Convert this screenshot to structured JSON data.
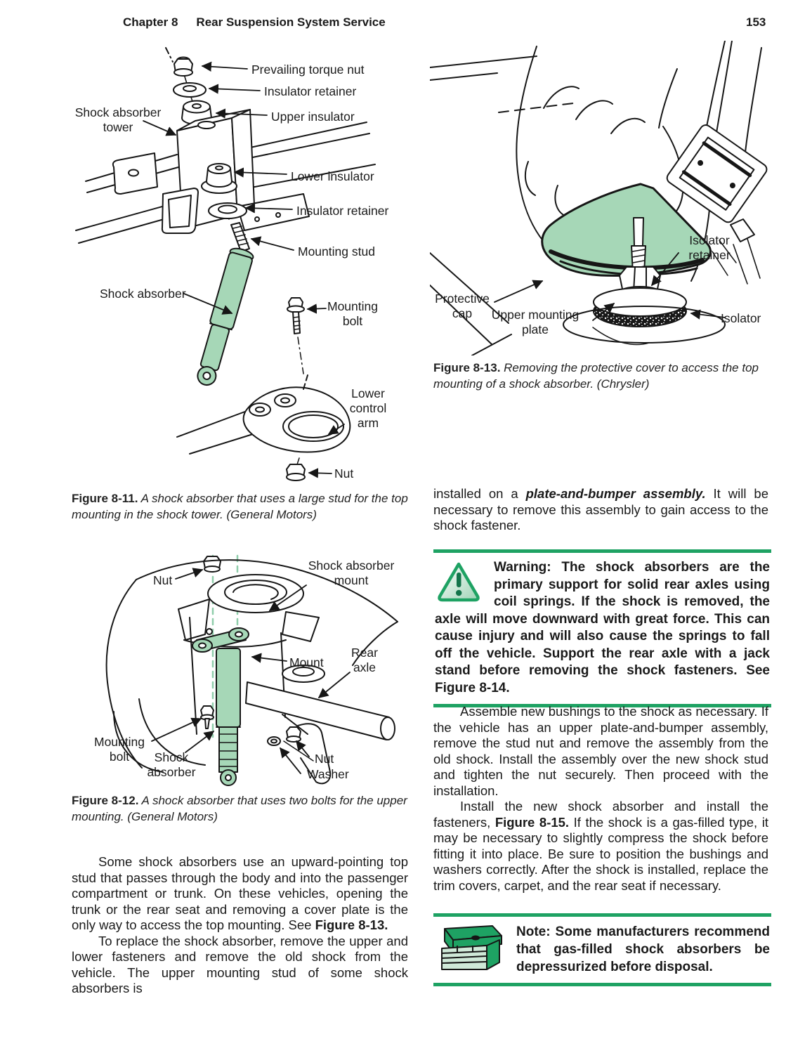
{
  "header": {
    "chapter": "Chapter 8",
    "title": "Rear Suspension System Service",
    "page_number": "153"
  },
  "figure_8_11": {
    "labels": {
      "prevailing_torque_nut": "Prevailing torque nut",
      "insulator_retainer_top": "Insulator retainer",
      "upper_insulator": "Upper insulator",
      "shock_absorber_tower": "Shock absorber tower",
      "lower_insulator": "Lower insulator",
      "insulator_retainer_bottom": "Insulator retainer",
      "mounting_stud": "Mounting stud",
      "shock_absorber": "Shock absorber",
      "mounting_bolt": "Mounting bolt",
      "lower_control_arm": "Lower control arm",
      "nut": "Nut"
    },
    "caption": {
      "label": "Figure 8-11.",
      "text": " A shock absorber that uses a large stud for the top mounting in the shock tower. (General Motors)"
    }
  },
  "figure_8_12": {
    "labels": {
      "nut_top": "Nut",
      "shock_absorber_mount": "Shock absorber mount",
      "mount": "Mount",
      "rear_axle": "Rear axle",
      "mounting_bolt": "Mounting bolt",
      "shock_absorber": "Shock absorber",
      "nut_bottom": "Nut",
      "washer": "Washer"
    },
    "caption": {
      "label": "Figure 8-12.",
      "text": " A shock absorber that uses two bolts for the upper mounting. (General Motors)"
    }
  },
  "figure_8_13": {
    "labels": {
      "isolator_retainer": "Isolator retainer",
      "protective_cap": "Protective cap",
      "upper_mounting_plate": "Upper mounting plate",
      "isolator": "Isolator"
    },
    "caption": {
      "label": "Figure 8-13.",
      "text": " Removing the protective cover to access the top mounting of a shock absorber. (Chrysler)"
    }
  },
  "left_column": {
    "para1": [
      "Some shock absorbers use an upward-pointing top stud that passes through the body and into the passenger compartment or trunk. On these vehicles, opening the trunk or the rear seat and removing a cover plate is the only way to access the top mounting. See ",
      "Figure 8-13."
    ],
    "para2": "To replace the shock absorber, remove the upper and lower fasteners and remove the old shock from the vehicle. The upper mounting stud of some shock absorbers is"
  },
  "right_column": {
    "para0": [
      "installed on a ",
      "plate-and-bumper assembly.",
      " It will be necessary to remove this assembly to gain access to the shock fastener."
    ],
    "warning": "Warning: The shock absorbers are the primary support for solid rear axles using coil springs. If the shock is removed, the axle will move downward with great force. This can cause injury and will also cause the springs to fall off the vehicle. Support the rear axle with a jack stand before removing the shock fasteners. See Figure 8-14.",
    "para1": "Assemble new bushings to the shock as necessary. If the vehicle has an upper plate-and-bumper assembly, remove the stud nut and remove the assembly from the old shock. Install the assembly over the new shock stud and tighten the nut securely. Then proceed with the installation.",
    "para2": [
      "Install the new shock absorber and install the fasteners, ",
      "Figure 8-15.",
      " If the shock is a gas-filled type, it may be necessary to slightly compress the shock before fitting it into place. Be sure to position the bushings and washers correctly. After the shock is installed, replace the trim covers, carpet, and the rear seat if necessary."
    ],
    "note": "Note: Some manufacturers recommend that gas-filled shock absorbers be depressurized before disposal."
  },
  "icons": {
    "warning": "warning-triangle-icon",
    "note": "toolbox-icon"
  },
  "colors": {
    "accent_green": "#1ea263",
    "figure_green": "#a6d7b7",
    "dash_green": "#8fceab",
    "line": "#161616",
    "text": "#1a1a1a"
  }
}
